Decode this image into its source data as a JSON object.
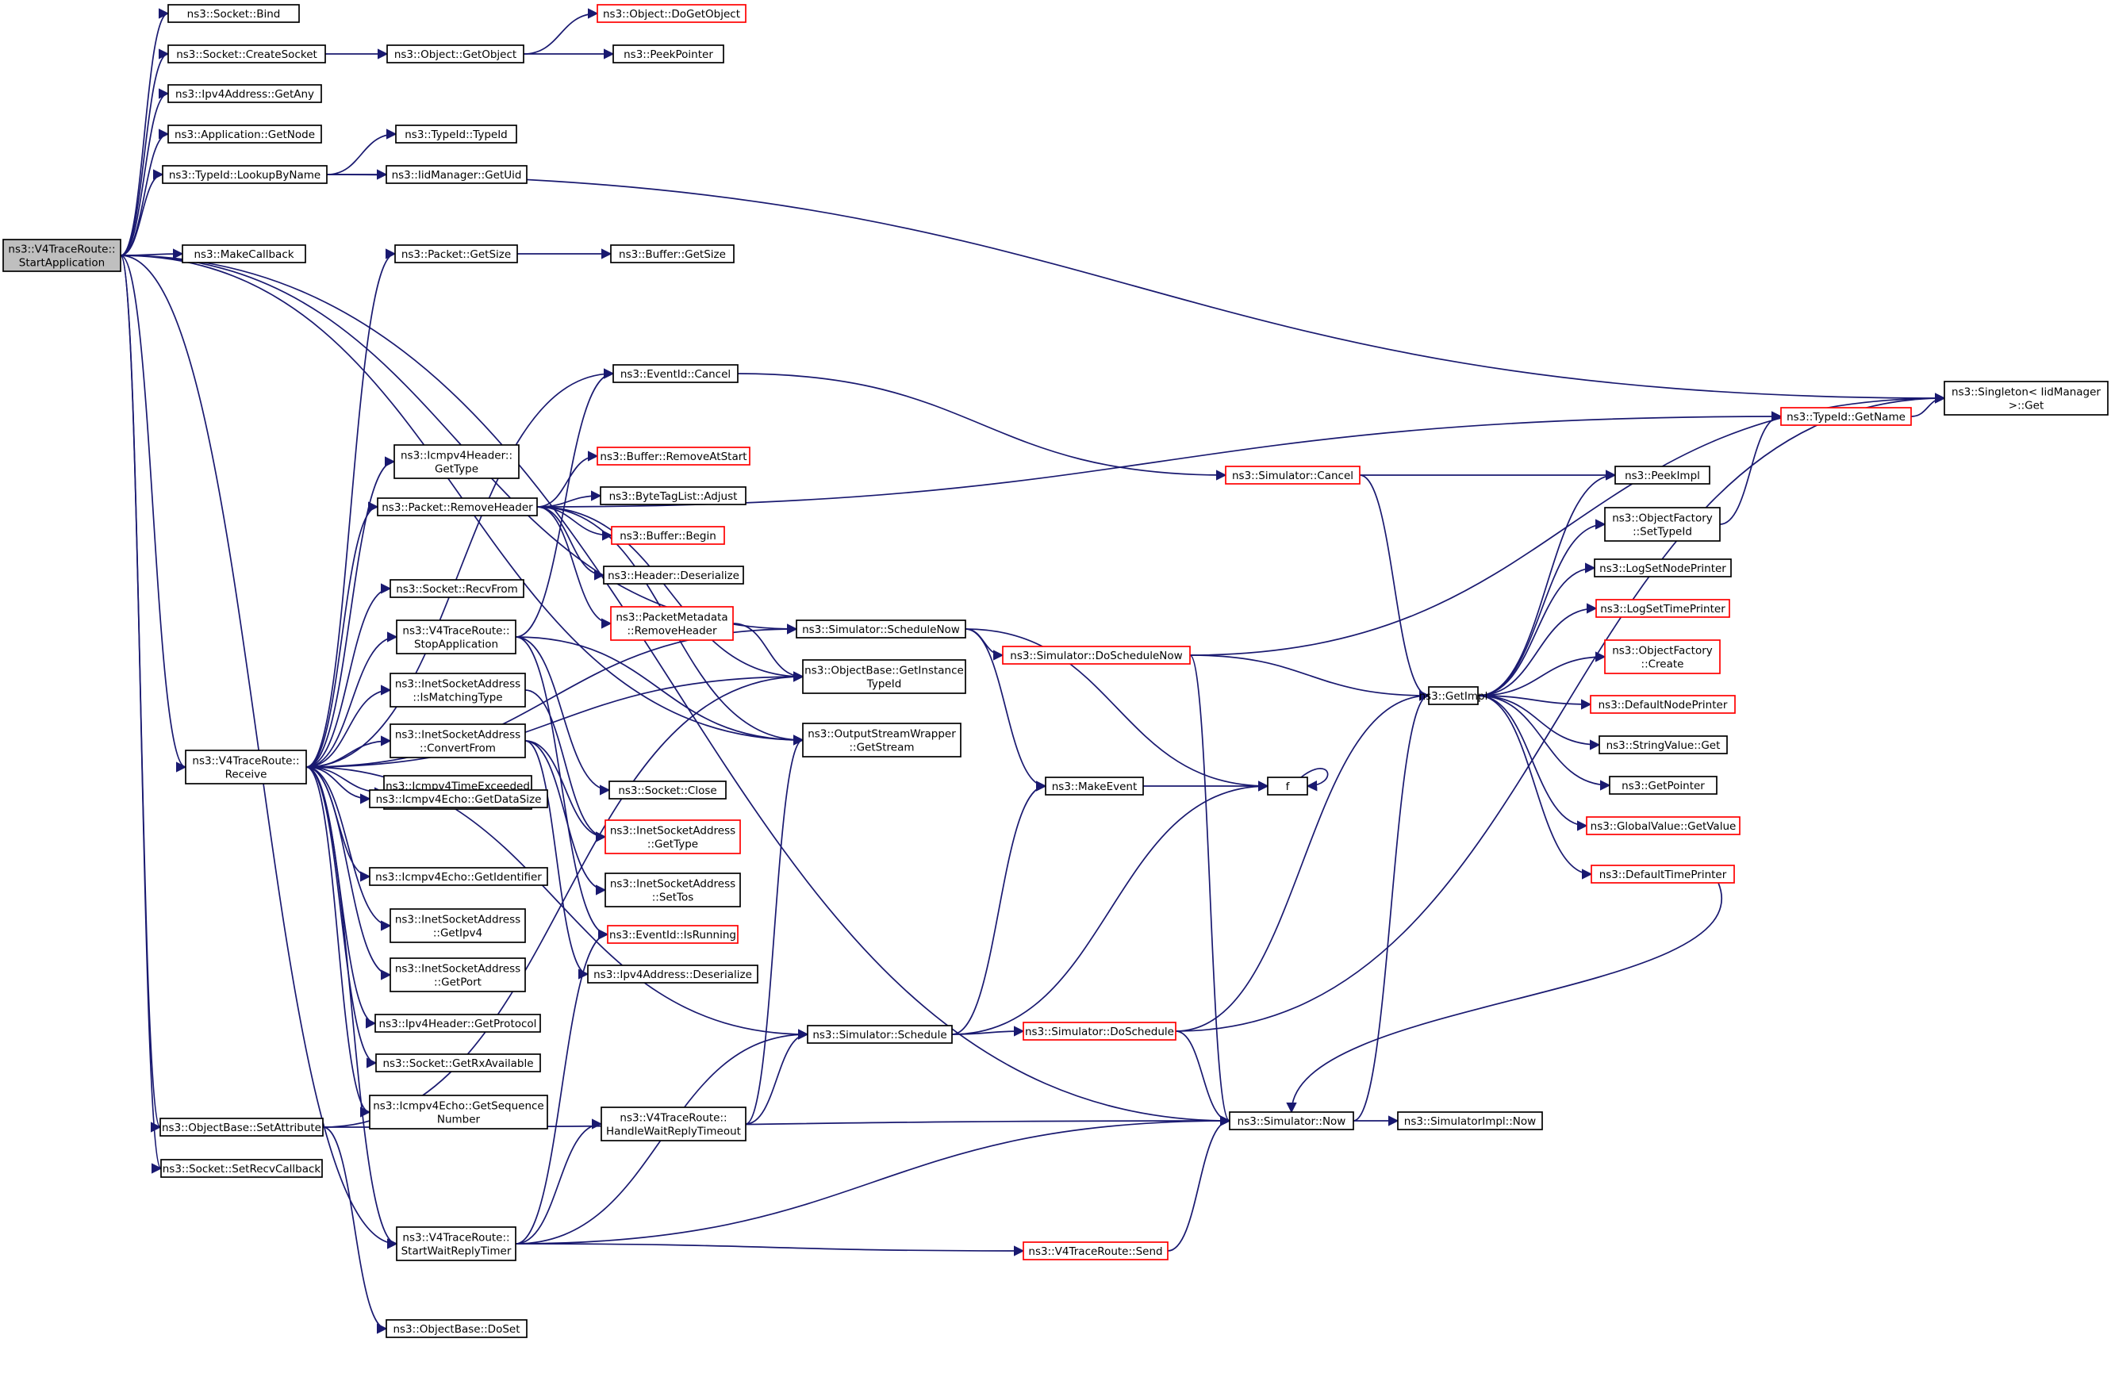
{
  "colors": {
    "edge": "#191970",
    "node_border": "#000000",
    "truncated_node_border": "#ff0000",
    "root_fill": "#bfbfbf",
    "node_fill": "#ffffff"
  },
  "nodes": [
    {
      "id": "start",
      "lines": [
        "ns3::V4TraceRoute::",
        "StartApplication"
      ],
      "root": true
    },
    {
      "id": "bind",
      "lines": [
        "ns3::Socket::Bind"
      ]
    },
    {
      "id": "createSocket",
      "lines": [
        "ns3::Socket::CreateSocket"
      ]
    },
    {
      "id": "getObject",
      "lines": [
        "ns3::Object::GetObject"
      ]
    },
    {
      "id": "doGetObject",
      "lines": [
        "ns3::Object::DoGetObject"
      ],
      "truncated": true
    },
    {
      "id": "peekPointer",
      "lines": [
        "ns3::PeekPointer"
      ]
    },
    {
      "id": "getAny",
      "lines": [
        "ns3::Ipv4Address::GetAny"
      ]
    },
    {
      "id": "getNode",
      "lines": [
        "ns3::Application::GetNode"
      ]
    },
    {
      "id": "lookupByName",
      "lines": [
        "ns3::TypeId::LookupByName"
      ]
    },
    {
      "id": "typeIdCtor",
      "lines": [
        "ns3::TypeId::TypeId"
      ]
    },
    {
      "id": "getUid",
      "lines": [
        "ns3::IidManager::GetUid"
      ]
    },
    {
      "id": "makeCallback",
      "lines": [
        "ns3::MakeCallback"
      ]
    },
    {
      "id": "packetGetSize",
      "lines": [
        "ns3::Packet::GetSize"
      ]
    },
    {
      "id": "bufferGetSize",
      "lines": [
        "ns3::Buffer::GetSize"
      ]
    },
    {
      "id": "eventCancel",
      "lines": [
        "ns3::EventId::Cancel"
      ]
    },
    {
      "id": "icmpGetType",
      "lines": [
        "ns3::Icmpv4Header::",
        "GetType"
      ]
    },
    {
      "id": "removeHeader",
      "lines": [
        "ns3::Packet::RemoveHeader"
      ]
    },
    {
      "id": "removeAtStart",
      "lines": [
        "ns3::Buffer::RemoveAtStart"
      ],
      "truncated": true
    },
    {
      "id": "adjust",
      "lines": [
        "ns3::ByteTagList::Adjust"
      ]
    },
    {
      "id": "bufferBegin",
      "lines": [
        "ns3::Buffer::Begin"
      ],
      "truncated": true
    },
    {
      "id": "hdrDeserialize",
      "lines": [
        "ns3::Header::Deserialize"
      ]
    },
    {
      "id": "pmRemoveHeader",
      "lines": [
        "ns3::PacketMetadata",
        "::RemoveHeader"
      ],
      "truncated": true
    },
    {
      "id": "recvFrom",
      "lines": [
        "ns3::Socket::RecvFrom"
      ]
    },
    {
      "id": "stopApp",
      "lines": [
        "ns3::V4TraceRoute::",
        "StopApplication"
      ]
    },
    {
      "id": "isMatching",
      "lines": [
        "ns3::InetSocketAddress",
        "::IsMatchingType"
      ]
    },
    {
      "id": "convertFrom",
      "lines": [
        "ns3::InetSocketAddress",
        "::ConvertFrom"
      ]
    },
    {
      "id": "receive",
      "lines": [
        "ns3::V4TraceRoute::",
        "Receive"
      ]
    },
    {
      "id": "timeExceeded",
      "lines": [
        "ns3::Icmpv4TimeExceeded",
        "::GetData"
      ]
    },
    {
      "id": "echoDataSize",
      "lines": [
        "ns3::Icmpv4Echo::GetDataSize"
      ]
    },
    {
      "id": "echoIdent",
      "lines": [
        "ns3::Icmpv4Echo::GetIdentifier"
      ]
    },
    {
      "id": "getIpv4",
      "lines": [
        "ns3::InetSocketAddress",
        "::GetIpv4"
      ]
    },
    {
      "id": "getPort",
      "lines": [
        "ns3::InetSocketAddress",
        "::GetPort"
      ]
    },
    {
      "id": "getProtocol",
      "lines": [
        "ns3::Ipv4Header::GetProtocol"
      ]
    },
    {
      "id": "rxAvail",
      "lines": [
        "ns3::Socket::GetRxAvailable"
      ]
    },
    {
      "id": "seqNum",
      "lines": [
        "ns3::Icmpv4Echo::GetSequence",
        "Number"
      ]
    },
    {
      "id": "setAttr",
      "lines": [
        "ns3::ObjectBase::SetAttribute"
      ]
    },
    {
      "id": "setRecvCb",
      "lines": [
        "ns3::Socket::SetRecvCallback"
      ]
    },
    {
      "id": "startWait",
      "lines": [
        "ns3::V4TraceRoute::",
        "StartWaitReplyTimer"
      ]
    },
    {
      "id": "doSet",
      "lines": [
        "ns3::ObjectBase::DoSet"
      ]
    },
    {
      "id": "socketClose",
      "lines": [
        "ns3::Socket::Close"
      ]
    },
    {
      "id": "inetGetType",
      "lines": [
        "ns3::InetSocketAddress",
        "::GetType"
      ],
      "truncated": true
    },
    {
      "id": "setTos",
      "lines": [
        "ns3::InetSocketAddress",
        "::SetTos"
      ]
    },
    {
      "id": "isRunning",
      "lines": [
        "ns3::EventId::IsRunning"
      ],
      "truncated": true
    },
    {
      "id": "ipv4Deser",
      "lines": [
        "ns3::Ipv4Address::Deserialize"
      ]
    },
    {
      "id": "handleWait",
      "lines": [
        "ns3::V4TraceRoute::",
        "HandleWaitReplyTimeout"
      ]
    },
    {
      "id": "scheduleNow",
      "lines": [
        "ns3::Simulator::ScheduleNow"
      ]
    },
    {
      "id": "getInstTypeId",
      "lines": [
        "ns3::ObjectBase::GetInstance",
        "TypeId"
      ]
    },
    {
      "id": "getStream",
      "lines": [
        "ns3::OutputStreamWrapper",
        "::GetStream"
      ]
    },
    {
      "id": "schedule",
      "lines": [
        "ns3::Simulator::Schedule"
      ]
    },
    {
      "id": "doScheduleNow",
      "lines": [
        "ns3::Simulator::DoScheduleNow"
      ],
      "truncated": true
    },
    {
      "id": "makeEvent",
      "lines": [
        "ns3::MakeEvent"
      ]
    },
    {
      "id": "f",
      "lines": [
        "f"
      ]
    },
    {
      "id": "simCancel",
      "lines": [
        "ns3::Simulator::Cancel"
      ],
      "truncated": true
    },
    {
      "id": "doSchedule",
      "lines": [
        "ns3::Simulator::DoSchedule"
      ],
      "truncated": true
    },
    {
      "id": "simNow",
      "lines": [
        "ns3::Simulator::Now"
      ]
    },
    {
      "id": "implNow",
      "lines": [
        "ns3::SimulatorImpl::Now"
      ]
    },
    {
      "id": "send",
      "lines": [
        "ns3::V4TraceRoute::Send"
      ],
      "truncated": true
    },
    {
      "id": "getImpl",
      "lines": [
        "ns3::GetImpl"
      ]
    },
    {
      "id": "peekImpl",
      "lines": [
        "ns3::PeekImpl"
      ]
    },
    {
      "id": "setTypeId",
      "lines": [
        "ns3::ObjectFactory",
        "::SetTypeId"
      ]
    },
    {
      "id": "logNode",
      "lines": [
        "ns3::LogSetNodePrinter"
      ]
    },
    {
      "id": "logTime",
      "lines": [
        "ns3::LogSetTimePrinter"
      ],
      "truncated": true
    },
    {
      "id": "ofCreate",
      "lines": [
        "ns3::ObjectFactory",
        "::Create"
      ],
      "truncated": true
    },
    {
      "id": "defNodePrinter",
      "lines": [
        "ns3::DefaultNodePrinter"
      ],
      "truncated": true
    },
    {
      "id": "strGet",
      "lines": [
        "ns3::StringValue::Get"
      ]
    },
    {
      "id": "getPointer",
      "lines": [
        "ns3::GetPointer"
      ]
    },
    {
      "id": "globalGet",
      "lines": [
        "ns3::GlobalValue::GetValue"
      ],
      "truncated": true
    },
    {
      "id": "defTimePrinter",
      "lines": [
        "ns3::DefaultTimePrinter"
      ],
      "truncated": true
    },
    {
      "id": "typeIdGetName",
      "lines": [
        "ns3::TypeId::GetName"
      ],
      "truncated": true
    },
    {
      "id": "singletonGet",
      "lines": [
        "ns3::Singleton< IidManager",
        " >::Get"
      ]
    }
  ]
}
